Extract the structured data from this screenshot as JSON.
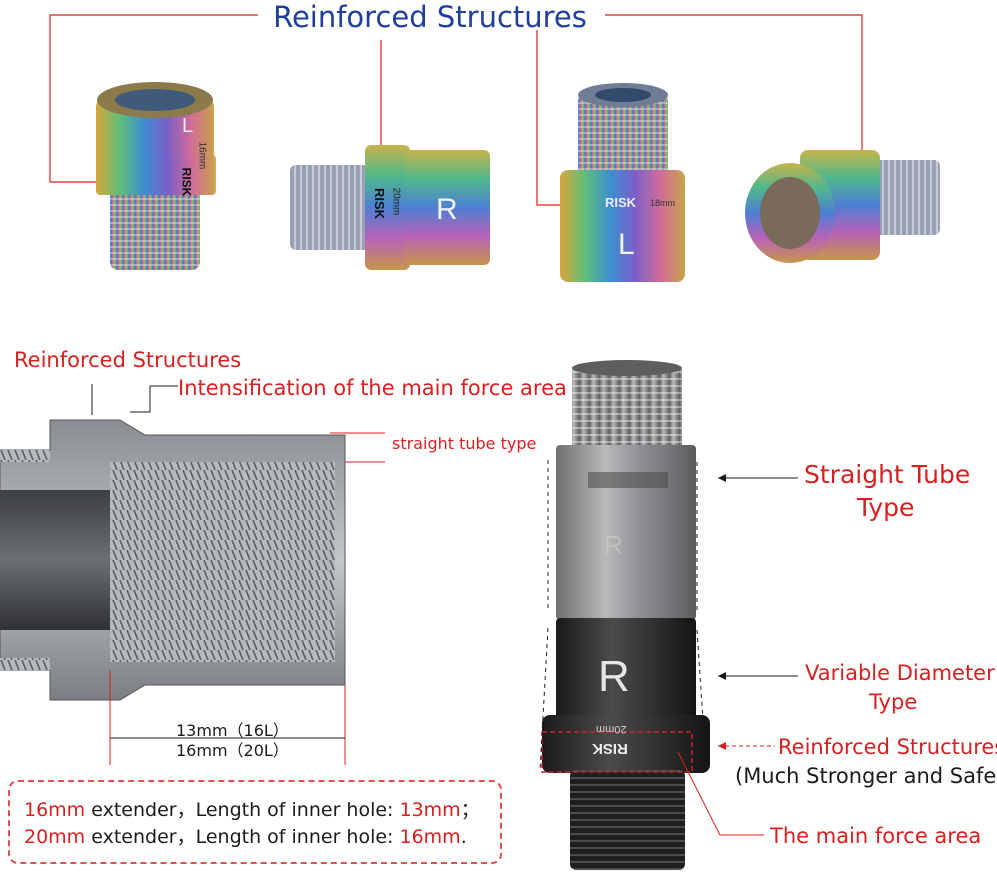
{
  "top": {
    "title": "Reinforced Structures",
    "parts": [
      {
        "engraving": "16mm",
        "mark": "L",
        "brand": "RISK"
      },
      {
        "engraving": "20mm",
        "mark": "R",
        "brand": "RISK"
      },
      {
        "engraving": "18mm",
        "mark": "L",
        "brand": "RISK"
      },
      {
        "engraving": "",
        "mark": "",
        "brand": ""
      }
    ]
  },
  "diagram": {
    "label_reinforced": "Reinforced Structures",
    "label_intensification": "Intensification of the main force area",
    "label_straight": "straight tube type",
    "dim_line1": "13mm（16L）",
    "dim_line2": "16mm（20L）"
  },
  "notes": {
    "line1": {
      "size": "16mm",
      "mid": " extender，Length of inner hole: ",
      "length": "13mm",
      "end": "；"
    },
    "line2": {
      "size": "20mm",
      "mid": " extender，Length of inner hole: ",
      "length": "16mm",
      "end": "."
    }
  },
  "callouts": {
    "straight_line1": "Straight Tube",
    "straight_line2": "Type",
    "variable_line1": "Variable Diameter",
    "variable_line2": "Type",
    "reinforced": "Reinforced Structures",
    "reinforced_sub": "(Much Stronger and Safer)",
    "main_force": "The main force area"
  },
  "part_big": {
    "mark_top": "R",
    "mark_bottom": "R",
    "engraving": "20mm",
    "brand": "RISK"
  },
  "colors": {
    "accent_red": "#d81f1f",
    "title_blue": "#1f3f9a"
  }
}
